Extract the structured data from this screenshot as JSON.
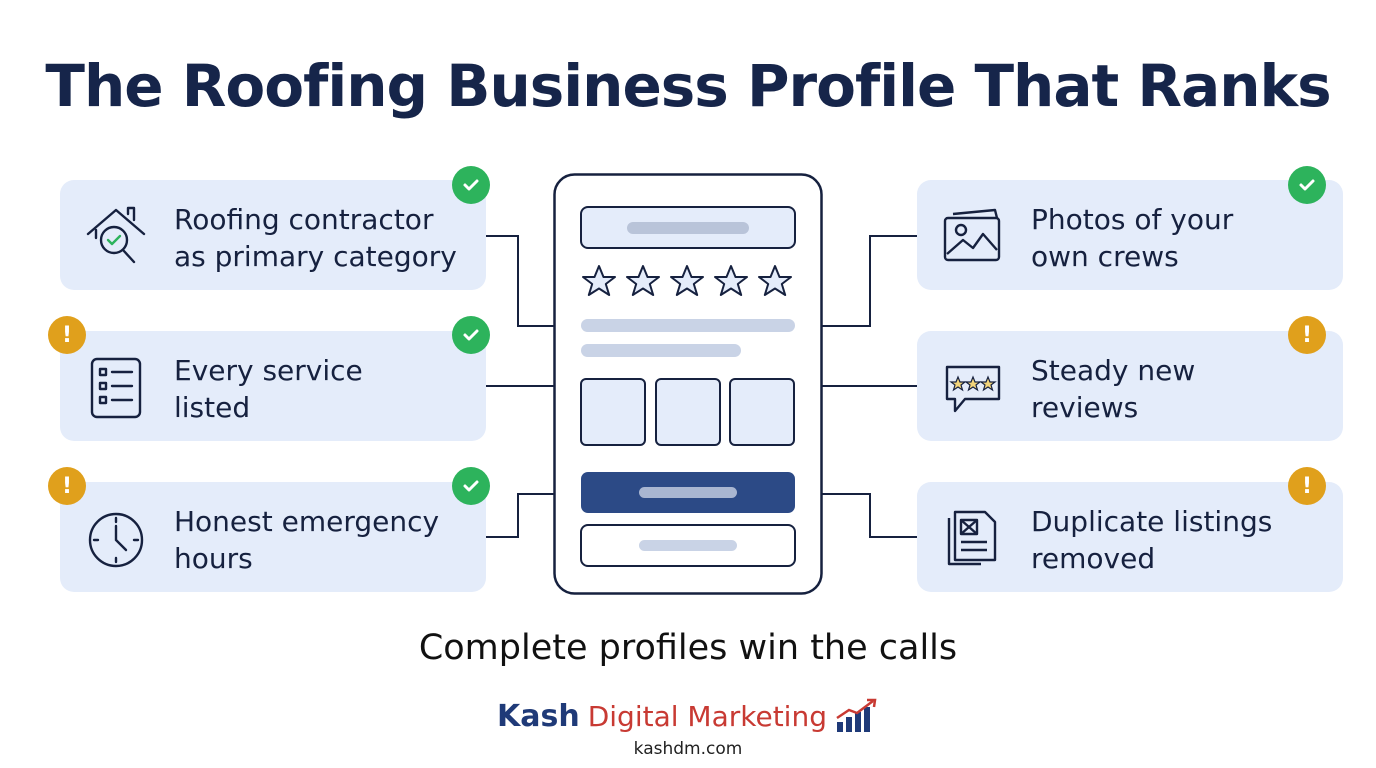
{
  "title": "The Roofing Business Profile That Ranks",
  "left_items": [
    {
      "line1": "Roofing contractor",
      "line2": "as primary category",
      "icon": "house-search-icon",
      "badges": [
        "check"
      ]
    },
    {
      "line1": "Every service",
      "line2": "listed",
      "icon": "checklist-icon",
      "badges": [
        "warning",
        "check"
      ]
    },
    {
      "line1": "Honest emergency",
      "line2": "hours",
      "icon": "clock-icon",
      "badges": [
        "warning",
        "check"
      ]
    }
  ],
  "right_items": [
    {
      "line1": "Photos of your",
      "line2": "own crews",
      "icon": "photos-icon",
      "badges": [
        "check"
      ]
    },
    {
      "line1": "Steady new",
      "line2": "reviews",
      "icon": "review-bubble-icon",
      "badges": [
        "warning"
      ]
    },
    {
      "line1": "Duplicate listings",
      "line2": "removed",
      "icon": "duplicate-document-icon",
      "badges": [
        "warning"
      ]
    }
  ],
  "badge_warning_symbol": "!",
  "tagline": "Complete profiles win the calls",
  "brand": {
    "name_part1": "Kash",
    "name_part2": "Digital Marketing",
    "website": "kashdm.com"
  },
  "colors": {
    "card_bg": "#e4ecfa",
    "check_green": "#2db35c",
    "warning_amber": "#e0a01c",
    "navy": "#1f3a78",
    "brand_red": "#c83a33"
  }
}
